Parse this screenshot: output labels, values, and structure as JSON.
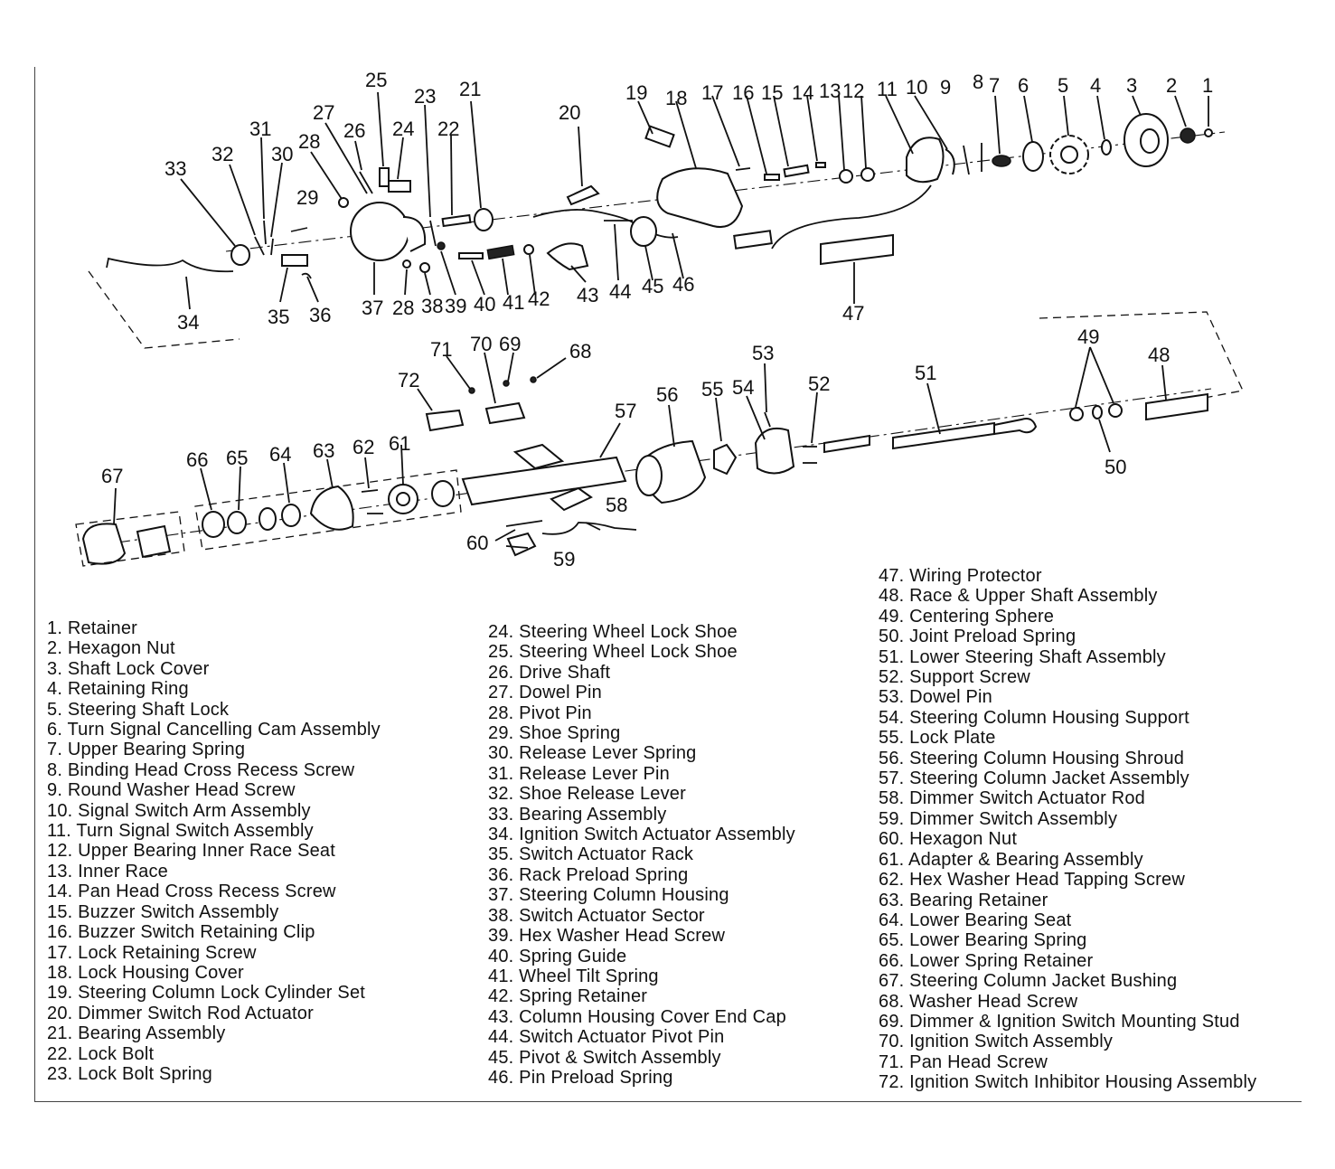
{
  "parts": [
    {
      "no": "1",
      "label": "1. Retainer"
    },
    {
      "no": "2",
      "label": "2. Hexagon Nut"
    },
    {
      "no": "3",
      "label": "3. Shaft Lock Cover"
    },
    {
      "no": "4",
      "label": "4. Retaining Ring"
    },
    {
      "no": "5",
      "label": "5. Steering Shaft Lock"
    },
    {
      "no": "6",
      "label": "6. Turn Signal Cancelling Cam Assembly"
    },
    {
      "no": "7",
      "label": "7. Upper Bearing Spring"
    },
    {
      "no": "8",
      "label": "8. Binding Head Cross Recess Screw"
    },
    {
      "no": "9",
      "label": "9. Round Washer Head Screw"
    },
    {
      "no": "10",
      "label": "10. Signal Switch Arm Assembly"
    },
    {
      "no": "11",
      "label": "11. Turn Signal Switch Assembly"
    },
    {
      "no": "12",
      "label": "12. Upper Bearing Inner Race Seat"
    },
    {
      "no": "13",
      "label": "13. Inner Race"
    },
    {
      "no": "14",
      "label": "14. Pan Head Cross Recess Screw"
    },
    {
      "no": "15",
      "label": "15. Buzzer Switch Assembly"
    },
    {
      "no": "16",
      "label": "16. Buzzer Switch Retaining Clip"
    },
    {
      "no": "17",
      "label": "17. Lock Retaining Screw"
    },
    {
      "no": "18",
      "label": "18. Lock Housing Cover"
    },
    {
      "no": "19",
      "label": "19. Steering Column Lock Cylinder Set"
    },
    {
      "no": "20",
      "label": "20. Dimmer Switch Rod Actuator"
    },
    {
      "no": "21",
      "label": "21. Bearing Assembly"
    },
    {
      "no": "22",
      "label": "22. Lock Bolt"
    },
    {
      "no": "23",
      "label": "23. Lock Bolt Spring"
    },
    {
      "no": "24",
      "label": "24. Steering Wheel Lock Shoe"
    },
    {
      "no": "25",
      "label": "25. Steering Wheel Lock Shoe"
    },
    {
      "no": "26",
      "label": "26. Drive Shaft"
    },
    {
      "no": "27",
      "label": "27. Dowel Pin"
    },
    {
      "no": "28",
      "label": "28. Pivot Pin"
    },
    {
      "no": "29",
      "label": "29. Shoe Spring"
    },
    {
      "no": "30",
      "label": "30. Release Lever Spring"
    },
    {
      "no": "31",
      "label": "31. Release Lever Pin"
    },
    {
      "no": "32",
      "label": "32. Shoe Release Lever"
    },
    {
      "no": "33",
      "label": "33. Bearing Assembly"
    },
    {
      "no": "34",
      "label": "34. Ignition Switch Actuator Assembly"
    },
    {
      "no": "35",
      "label": "35. Switch Actuator Rack"
    },
    {
      "no": "36",
      "label": "36. Rack Preload Spring"
    },
    {
      "no": "37",
      "label": "37. Steering Column Housing"
    },
    {
      "no": "38",
      "label": "38. Switch Actuator Sector"
    },
    {
      "no": "39",
      "label": "39. Hex Washer Head Screw"
    },
    {
      "no": "40",
      "label": "40. Spring Guide"
    },
    {
      "no": "41",
      "label": "41. Wheel Tilt Spring"
    },
    {
      "no": "42",
      "label": "42. Spring Retainer"
    },
    {
      "no": "43",
      "label": "43. Column Housing Cover End Cap"
    },
    {
      "no": "44",
      "label": "44. Switch Actuator Pivot Pin"
    },
    {
      "no": "45",
      "label": "45. Pivot & Switch Assembly"
    },
    {
      "no": "46",
      "label": "46. Pin Preload Spring"
    },
    {
      "no": "47",
      "label": "47. Wiring Protector"
    },
    {
      "no": "48",
      "label": "48. Race & Upper Shaft Assembly"
    },
    {
      "no": "49",
      "label": "49. Centering Sphere"
    },
    {
      "no": "50",
      "label": "50. Joint Preload Spring"
    },
    {
      "no": "51",
      "label": "51. Lower Steering Shaft Assembly"
    },
    {
      "no": "52",
      "label": "52. Support Screw"
    },
    {
      "no": "53",
      "label": "53. Dowel Pin"
    },
    {
      "no": "54",
      "label": "54. Steering Column Housing Support"
    },
    {
      "no": "55",
      "label": "55. Lock Plate"
    },
    {
      "no": "56",
      "label": "56. Steering Column Housing Shroud"
    },
    {
      "no": "57",
      "label": "57. Steering Column Jacket Assembly"
    },
    {
      "no": "58",
      "label": "58. Dimmer Switch Actuator Rod"
    },
    {
      "no": "59",
      "label": "59. Dimmer Switch Assembly"
    },
    {
      "no": "60",
      "label": "60. Hexagon Nut"
    },
    {
      "no": "61",
      "label": "61. Adapter & Bearing Assembly"
    },
    {
      "no": "62",
      "label": "62. Hex Washer Head Tapping Screw"
    },
    {
      "no": "63",
      "label": "63. Bearing Retainer"
    },
    {
      "no": "64",
      "label": "64. Lower Bearing Seat"
    },
    {
      "no": "65",
      "label": "65. Lower Bearing Spring"
    },
    {
      "no": "66",
      "label": "66. Lower Spring Retainer"
    },
    {
      "no": "67",
      "label": "67. Steering Column Jacket Bushing"
    },
    {
      "no": "68",
      "label": "68. Washer Head Screw"
    },
    {
      "no": "69",
      "label": "69. Dimmer & Ignition Switch Mounting Stud"
    },
    {
      "no": "70",
      "label": "70. Ignition Switch Assembly"
    },
    {
      "no": "71",
      "label": "71. Pan Head Screw"
    },
    {
      "no": "72",
      "label": "72. Ignition Switch Inhibitor Housing Assembly"
    }
  ]
}
